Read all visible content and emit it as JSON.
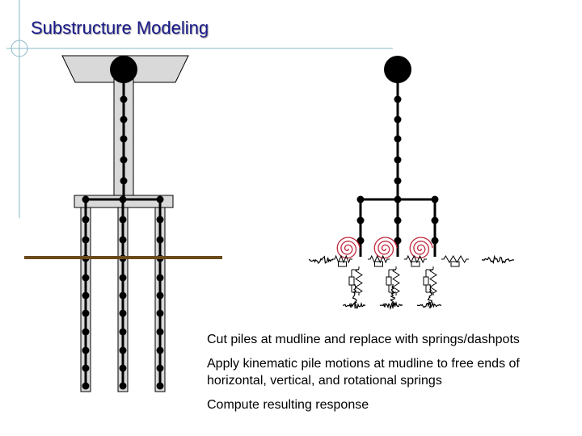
{
  "slide": {
    "title": "Substructure Modeling"
  },
  "bullets": [
    "Cut piles at mudline and replace with springs/dashpots",
    "Apply kinematic pile motions at mudline to free ends of horizontal, vertical, and rotational springs",
    "Compute resulting response"
  ],
  "colors": {
    "title": "#1a1a8a",
    "accent_lines": "#8ab8c8",
    "mudline": "#6b4a1c",
    "structure_fill": "#d9d9d9",
    "rotational_spring": "#c0283c",
    "model": "#000000"
  }
}
